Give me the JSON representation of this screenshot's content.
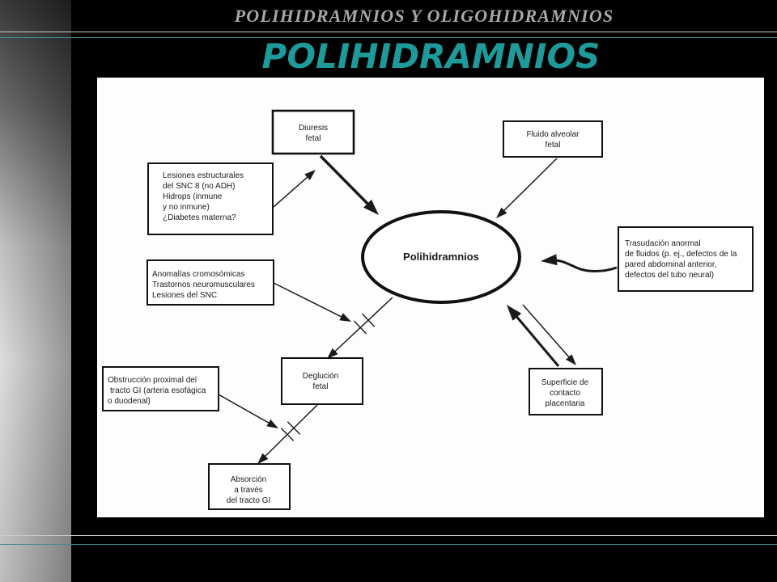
{
  "slide": {
    "header_title": "POLIHIDRAMNIOS Y OLIGOHIDRAMNIOS",
    "main_title": "POLIHIDRAMNIOS"
  },
  "diagram": {
    "center_label": "Polihidramnios",
    "diuresis_fetal": [
      "Diuresis",
      "fetal"
    ],
    "fluido_alveolar_fetal": [
      "Fluido alveolar",
      "fetal"
    ],
    "lesiones_estructurales": [
      "Lesiones estructurales",
      "del SNC 8 (no ADH)",
      "Hidrops (inmune",
      "y no inmune)",
      "¿Diabetes materna?"
    ],
    "trasudacion_anormal": [
      "Trasudación anormal",
      "de fluidos (p. ej., defectos de la",
      "pared abdominal anterior,",
      "defectos del tubo neural)"
    ],
    "anomalias": [
      "Anomalías cromosómicas",
      "Trastornos neuromusculares",
      "Lesiones del SNC"
    ],
    "deglucion_fetal": [
      "Deglución",
      "fetal"
    ],
    "superficie_placentaria": [
      "Superficie de",
      "contacto",
      "placentaria"
    ],
    "obstruccion_gi": [
      "Obstrucción proximal del",
      "tracto GI (arteria esofágica",
      "o duodenal)"
    ],
    "absorcion_gi": [
      "Absorción",
      "a través",
      "del tracto GI"
    ]
  },
  "colors": {
    "background": "#000000",
    "title_accent": "#1e9a9a",
    "header_text": "#a8a8a8",
    "panel": "#fdfdfd"
  }
}
